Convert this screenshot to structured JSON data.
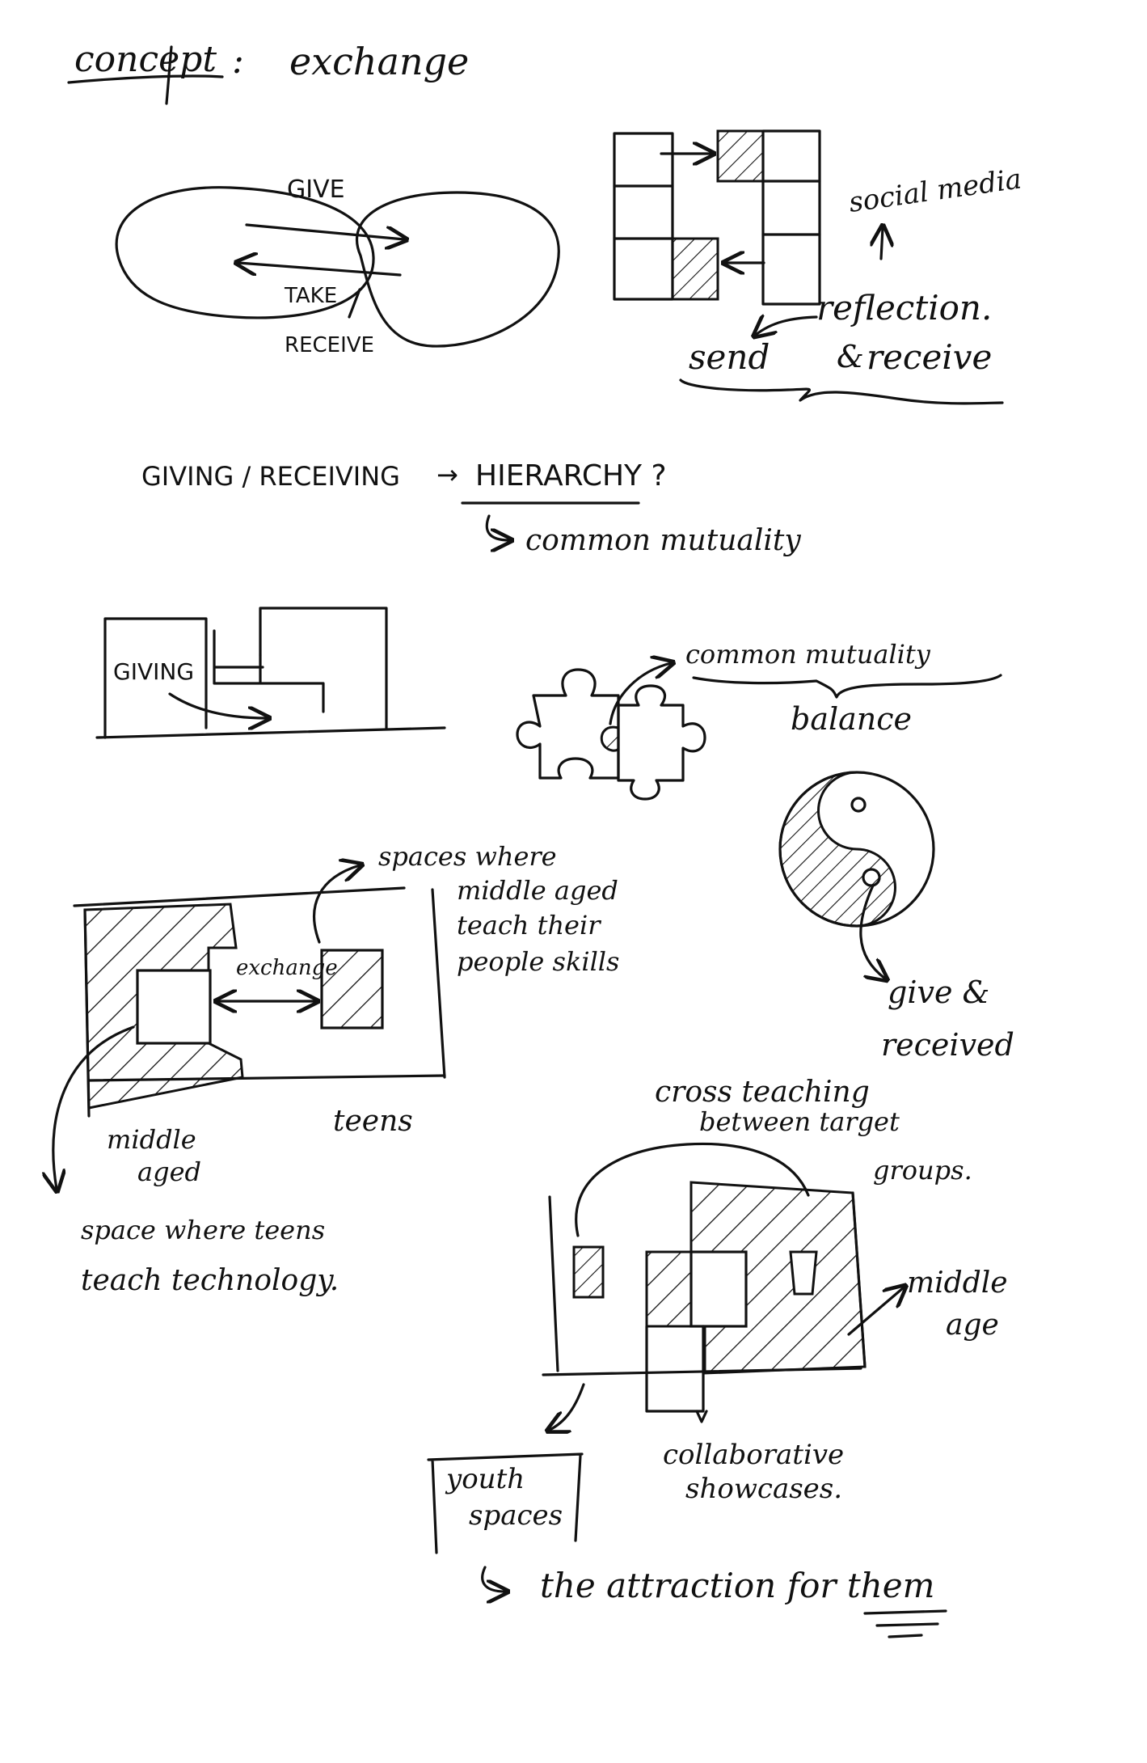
{
  "header": {
    "concept_label": "concept",
    "colon": ":",
    "concept_value": "exchange"
  },
  "exchange_sketch": {
    "give": "GIVE",
    "take": "TAKE",
    "receive": "RECEIVE"
  },
  "grid_sketch": {
    "social_media": "social media",
    "reflection": "reflection.",
    "send": "send",
    "amp": "&",
    "receive": "receive"
  },
  "hierarchy_line": {
    "giving_receiving": "GIVING / RECEIVING",
    "arrow": "→",
    "hierarchy": "HIERARCHY ?",
    "common_mutuality": "common mutuality"
  },
  "giving_sketch": {
    "giving": "GIVING"
  },
  "puzzle_sketch": {
    "common_mutuality": "common mutuality",
    "balance": "balance"
  },
  "yinyang_sketch": {
    "give": "give &",
    "received": "received"
  },
  "teens_sketch": {
    "spaces_line1": "spaces where",
    "spaces_line2": "middle aged",
    "spaces_line3": "teach their",
    "spaces_line4": "people skills",
    "exchange": "exchange",
    "teens": "teens",
    "middle_aged_1": "middle",
    "middle_aged_2": "aged",
    "space_line1": "space where teens",
    "space_line2": "teach technology."
  },
  "cross_sketch": {
    "cross_line1": "cross teaching",
    "cross_line2": "between target",
    "cross_line3": "groups.",
    "middle_age_1": "middle",
    "middle_age_2": "age",
    "collab_1": "collaborative",
    "collab_2": "showcases.",
    "youth_1": "youth",
    "youth_2": "spaces",
    "attraction": "the attraction for them"
  }
}
